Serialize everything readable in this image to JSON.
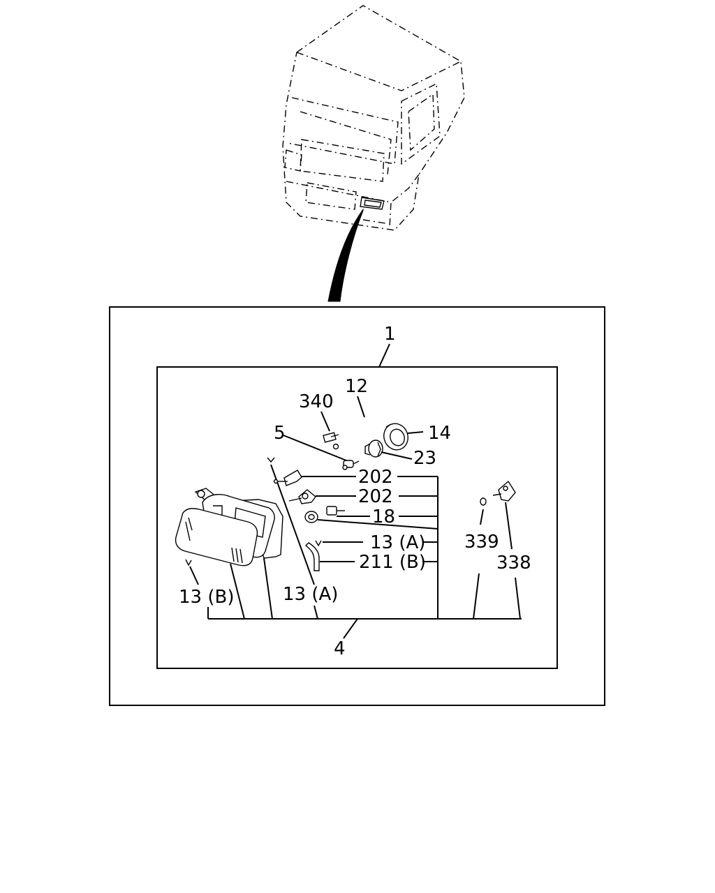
{
  "diagram": {
    "labels": {
      "assembly": "1",
      "subassembly": "4",
      "p340": "340",
      "p12": "12",
      "p5": "5",
      "p14": "14",
      "p23": "23",
      "p202a": "202",
      "p202b": "202",
      "p18": "18",
      "p13a_right": "13 (A)",
      "p211b": "211 (B)",
      "p339": "339",
      "p338": "338",
      "p13b": "13 (B)",
      "p13a_left": "13 (A)"
    }
  }
}
